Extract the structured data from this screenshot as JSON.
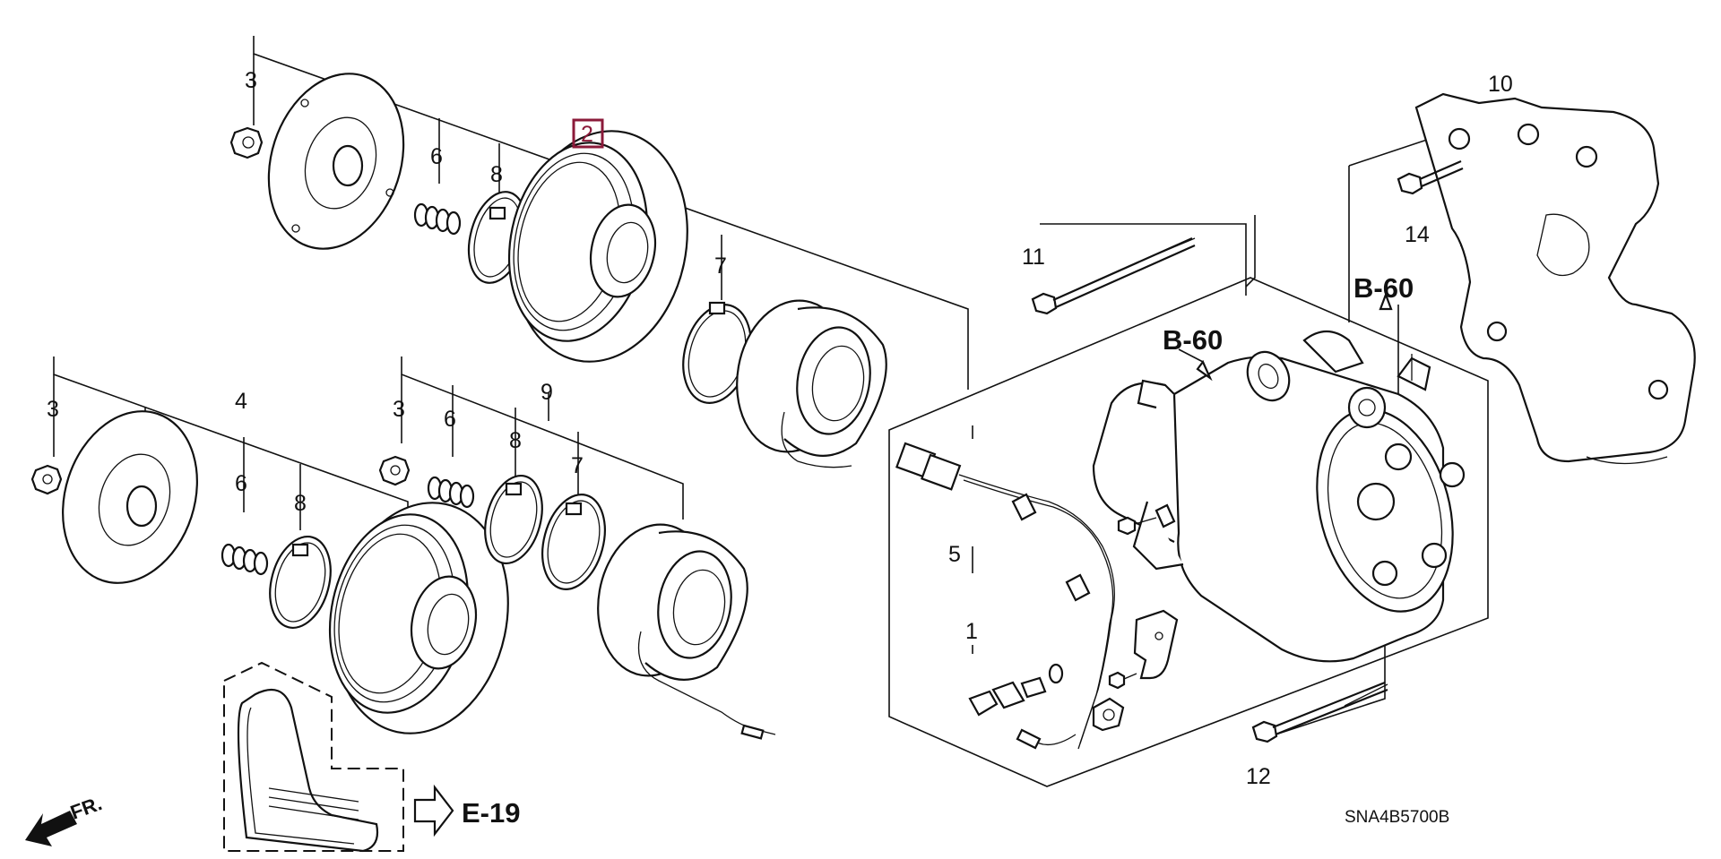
{
  "diagram": {
    "labels": {
      "l1": "1",
      "l2": "2",
      "l3a": "3",
      "l3b": "3",
      "l3c": "3",
      "l4": "4",
      "l5": "5",
      "l6a": "6",
      "l6b": "6",
      "l6c": "6",
      "l7a": "7",
      "l7b": "7",
      "l8a": "8",
      "l8b": "8",
      "l8c": "8",
      "l9": "9",
      "l10": "10",
      "l11": "11",
      "l12": "12",
      "l14": "14"
    },
    "refs": {
      "b60_left": "B-60",
      "b60_right": "B-60",
      "e19": "E-19",
      "front": "FR."
    },
    "code": "SNA4B5700B",
    "highlight_color": "#8b1a3a"
  }
}
